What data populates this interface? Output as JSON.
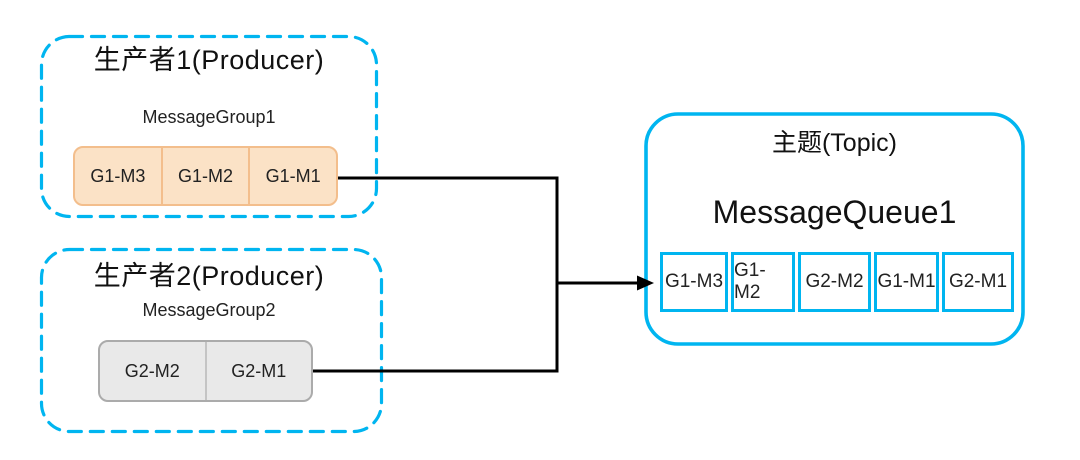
{
  "producers": [
    {
      "title": "生产者1(Producer)",
      "group_label": "MessageGroup1",
      "messages": [
        "G1-M3",
        "G1-M2",
        "G1-M1"
      ]
    },
    {
      "title": "生产者2(Producer)",
      "group_label": "MessageGroup2",
      "messages": [
        "G2-M2",
        "G2-M1"
      ]
    }
  ],
  "topic": {
    "title": "主题(Topic)",
    "queue_label": "MessageQueue1",
    "queue_messages": [
      "G1-M3",
      "G1-M2",
      "G2-M2",
      "G1-M1",
      "G2-M1"
    ]
  },
  "colors": {
    "cyan": "#00b5f0",
    "orange_fill": "#fbe2c6",
    "orange_border": "#f3be8c",
    "gray_fill": "#e9e9e9",
    "gray_border": "#ababab",
    "arrow": "#000000"
  }
}
